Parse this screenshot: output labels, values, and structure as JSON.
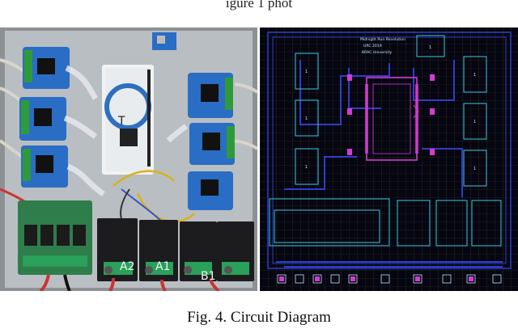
{
  "page": {
    "top_caption": "igure 1 phot",
    "figure_caption": "Fig. 4. Circuit Diagram"
  },
  "photo": {
    "labels": [
      "A2",
      "A1",
      "B1"
    ]
  },
  "pcb": {
    "title_lines": [
      "Midnight Run Revolution",
      "URC 2019",
      "BRAC University"
    ],
    "pad_labels": [
      "1",
      "1",
      "1",
      "1",
      "1",
      "1",
      "1"
    ]
  },
  "colors": {
    "pcb_background": "#060612",
    "trace_blue": "#2f3ec8",
    "silkscreen": "#bfe3ff",
    "cyan_outline": "#3ec8e0",
    "magenta": "#d23cd2",
    "driver_board_blue": "#2a6dc4",
    "driver_board_black": "#1c1c1e",
    "relay_green": "#2e7d4b"
  }
}
